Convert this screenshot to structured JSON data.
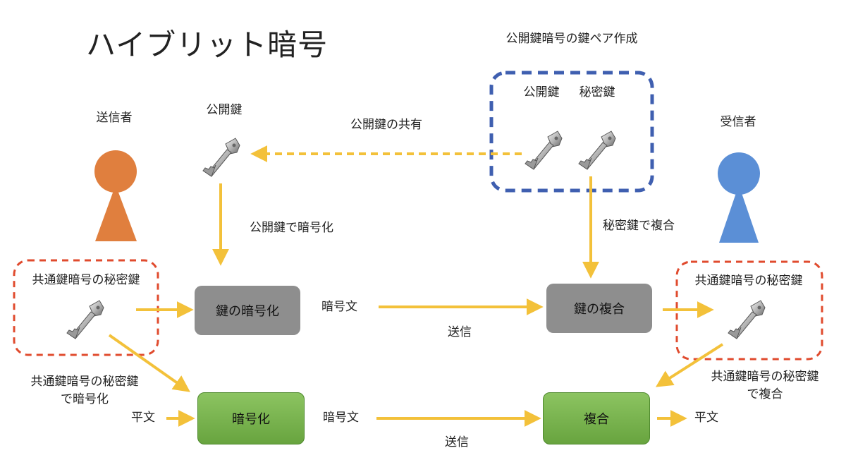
{
  "title": "ハイブリット暗号",
  "keypair_group": {
    "caption": "公開鍵暗号の鍵ペア作成",
    "public_label": "公開鍵",
    "private_label": "秘密鍵"
  },
  "sender": {
    "label": "送信者",
    "color": "#e07f3e"
  },
  "receiver": {
    "label": "受信者",
    "color": "#5b8fd6"
  },
  "public_key_label": "公開鍵",
  "share_label": "公開鍵の共有",
  "encrypt_with_public": "公開鍵で暗号化",
  "decrypt_with_private": "秘密鍵で複合",
  "sender_common_key": "共通鍵暗号の秘密鍵",
  "receiver_common_key": "共通鍵暗号の秘密鍵",
  "key_encrypt_box": "鍵の暗号化",
  "key_decrypt_box": "鍵の複合",
  "cipher_top": "暗号文",
  "send_top": "送信",
  "encrypt_box": "暗号化",
  "decrypt_box": "複合",
  "plain_in": "平文",
  "plain_out": "平文",
  "cipher_bottom": "暗号文",
  "send_bottom": "送信",
  "common_encrypt_note": "共通鍵暗号の秘密鍵\nで暗号化",
  "common_decrypt_note": "共通鍵暗号の秘密鍵\nで複合",
  "colors": {
    "arrow": "#f3c13a",
    "keypair_border": "#3f5fb0",
    "common_border": "#e04b2e",
    "gray_box": "#8e8e8e",
    "green_box": "#74ad4a"
  }
}
